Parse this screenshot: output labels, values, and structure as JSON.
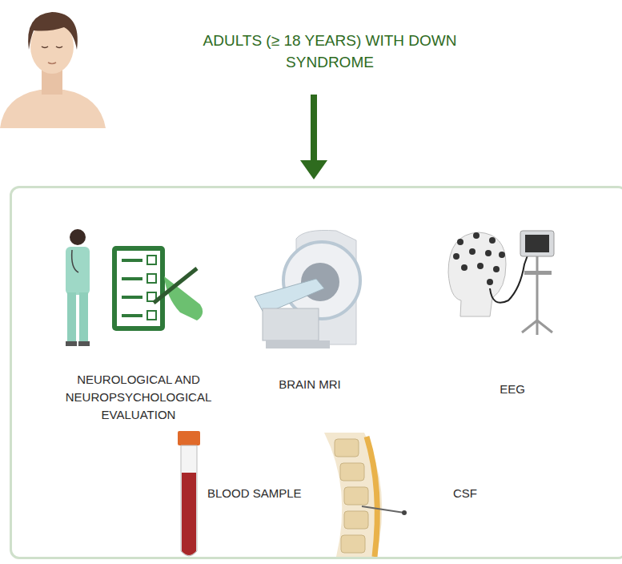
{
  "diagram": {
    "nodes": [
      {
        "text": [
          "ADULTS (≥ 18 YEARS) WITH DOWN SYNDROME"
        ]
      },
      {
        "text": [
          "NEUROLOGICAL AND NEUROPSYCHOLOGICAL EVALUATION",
          "BRAIN MRI",
          "EEG",
          "BLOOD SAMPLE",
          "CSF"
        ]
      }
    ],
    "edges": [
      {
        "from": 0,
        "to": 1,
        "arrow": "to"
      }
    ]
  }
}
